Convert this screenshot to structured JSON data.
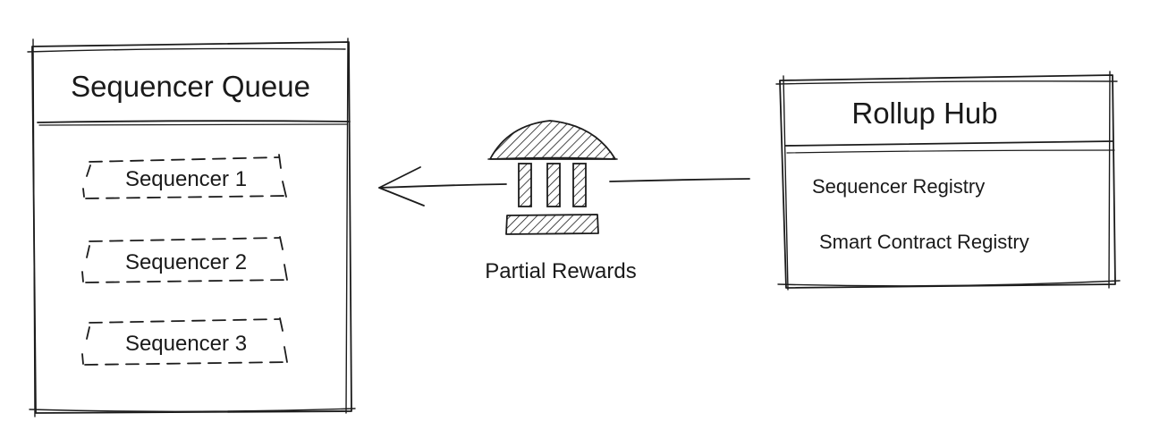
{
  "queue": {
    "title": "Sequencer Queue",
    "items": [
      "Sequencer 1",
      "Sequencer 2",
      "Sequencer 3"
    ]
  },
  "hub": {
    "title": "Rollup Hub",
    "items": [
      "Sequencer Registry",
      "Smart Contract Registry"
    ]
  },
  "flow": {
    "label": "Partial Rewards",
    "icon": "bank-icon"
  },
  "colors": {
    "ink": "#1c1c1c",
    "background": "#ffffff"
  }
}
